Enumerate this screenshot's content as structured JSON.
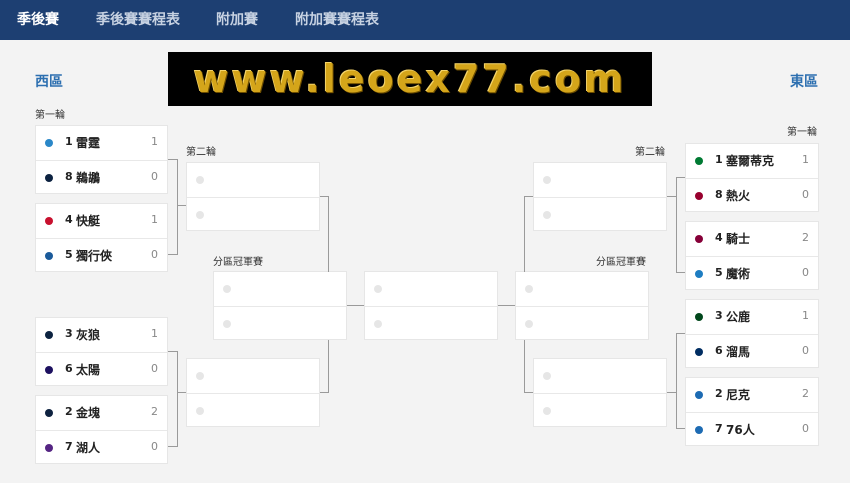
{
  "nav": {
    "items": [
      {
        "label": "季後賽",
        "active": true
      },
      {
        "label": "季後賽賽程表",
        "active": false
      },
      {
        "label": "附加賽",
        "active": false
      },
      {
        "label": "附加賽賽程表",
        "active": false
      }
    ]
  },
  "banner": {
    "text": "www.leoex77.com"
  },
  "west": {
    "title": "西區",
    "round1_label": "第一輪",
    "round2_label": "第二輪",
    "conf_final_label": "分區冠軍賽",
    "series": [
      [
        {
          "seed": "1",
          "team": "雷霆",
          "score": "1",
          "color": "#2a87c8"
        },
        {
          "seed": "8",
          "team": "鵜鶘",
          "score": "0",
          "color": "#0c2240"
        }
      ],
      [
        {
          "seed": "4",
          "team": "快艇",
          "score": "1",
          "color": "#c8102e"
        },
        {
          "seed": "5",
          "team": "獨行俠",
          "score": "0",
          "color": "#1a5a9a"
        }
      ],
      [
        {
          "seed": "3",
          "team": "灰狼",
          "score": "1",
          "color": "#0c2340"
        },
        {
          "seed": "6",
          "team": "太陽",
          "score": "0",
          "color": "#1d1160"
        }
      ],
      [
        {
          "seed": "2",
          "team": "金塊",
          "score": "2",
          "color": "#0e2240"
        },
        {
          "seed": "7",
          "team": "湖人",
          "score": "0",
          "color": "#552583"
        }
      ]
    ]
  },
  "east": {
    "title": "東區",
    "round1_label": "第一輪",
    "round2_label": "第二輪",
    "conf_final_label": "分區冠軍賽",
    "series": [
      [
        {
          "seed": "1",
          "team": "塞爾蒂克",
          "score": "1",
          "color": "#007a33"
        },
        {
          "seed": "8",
          "team": "熱火",
          "score": "0",
          "color": "#98002e"
        }
      ],
      [
        {
          "seed": "4",
          "team": "騎士",
          "score": "2",
          "color": "#860038"
        },
        {
          "seed": "5",
          "team": "魔術",
          "score": "0",
          "color": "#1e7dc2"
        }
      ],
      [
        {
          "seed": "3",
          "team": "公鹿",
          "score": "1",
          "color": "#00471b"
        },
        {
          "seed": "6",
          "team": "溜馬",
          "score": "0",
          "color": "#002d62"
        }
      ],
      [
        {
          "seed": "2",
          "team": "尼克",
          "score": "2",
          "color": "#1d6bb3"
        },
        {
          "seed": "7",
          "team": "76人",
          "score": "0",
          "color": "#1d6bb3"
        }
      ]
    ]
  }
}
